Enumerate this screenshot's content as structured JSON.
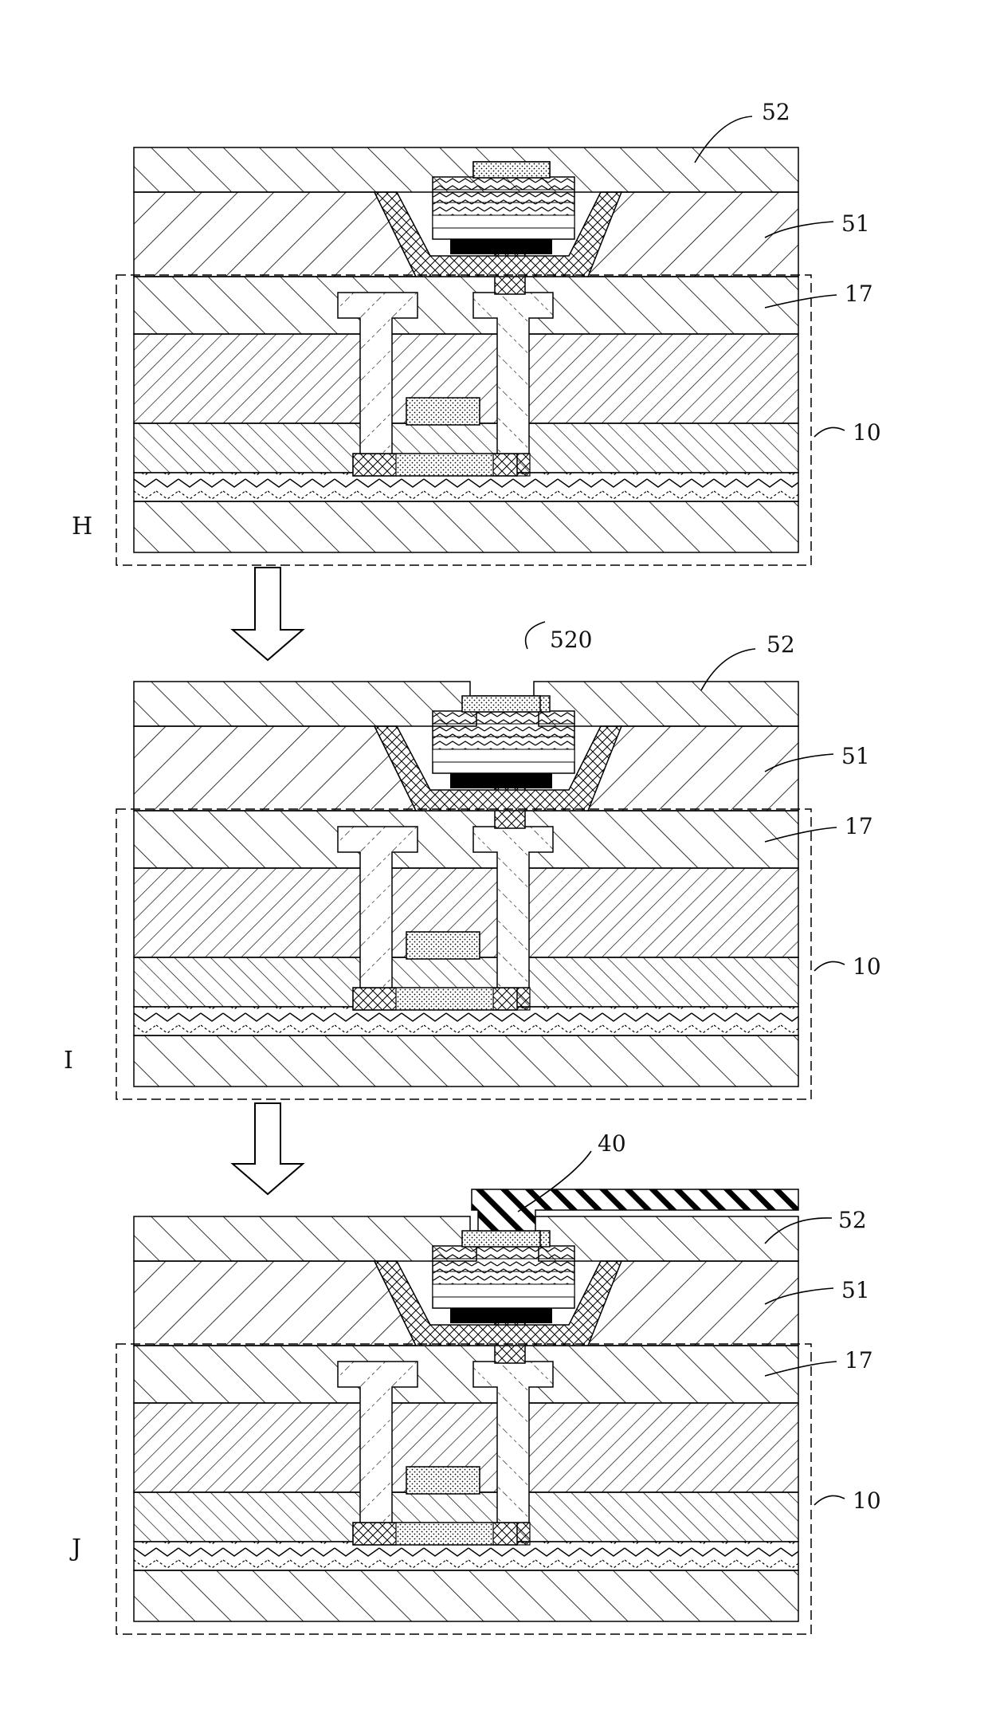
{
  "figure": {
    "panels": [
      {
        "id": "H",
        "step_label": "H",
        "labels": {
          "overcoat": "52",
          "bank": "51",
          "planarization": "17",
          "substrate_module": "10"
        }
      },
      {
        "id": "I",
        "step_label": "I",
        "labels": {
          "opening": "520",
          "overcoat": "52",
          "bank": "51",
          "planarization": "17",
          "substrate_module": "10"
        }
      },
      {
        "id": "J",
        "step_label": "J",
        "labels": {
          "conductor": "40",
          "overcoat": "52",
          "bank": "51",
          "planarization": "17",
          "substrate_module": "10"
        }
      }
    ],
    "arrows": [
      "down-arrow",
      "down-arrow"
    ]
  }
}
